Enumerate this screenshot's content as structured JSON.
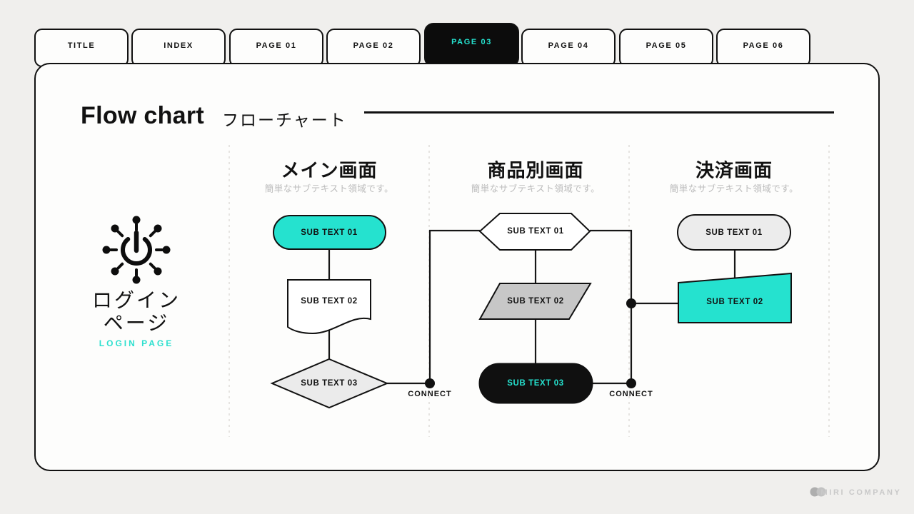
{
  "tabs": [
    {
      "label": "TITLE",
      "active": false
    },
    {
      "label": "INDEX",
      "active": false
    },
    {
      "label": "PAGE 01",
      "active": false
    },
    {
      "label": "PAGE 02",
      "active": false
    },
    {
      "label": "PAGE 03",
      "active": true
    },
    {
      "label": "PAGE 04",
      "active": false
    },
    {
      "label": "PAGE 05",
      "active": false
    },
    {
      "label": "PAGE 06",
      "active": false
    }
  ],
  "title": {
    "main": "Flow chart",
    "sub": "フローチャート"
  },
  "login": {
    "icon": "power-icon",
    "heading_line1": "ログイン",
    "heading_line2": "ページ",
    "caption": "LOGIN PAGE"
  },
  "columns": [
    {
      "title": "メイン画面",
      "subtitle": "簡単なサブテキスト領域です。",
      "nodes": [
        {
          "label": "SUB TEXT 01",
          "shape": "rounded-pill",
          "fill": "teal"
        },
        {
          "label": "SUB TEXT 02",
          "shape": "document",
          "fill": "white"
        },
        {
          "label": "SUB TEXT 03",
          "shape": "diamond",
          "fill": "light-gray"
        }
      ]
    },
    {
      "title": "商品別画面",
      "subtitle": "簡単なサブテキスト領域です。",
      "nodes": [
        {
          "label": "SUB TEXT 01",
          "shape": "hexagon",
          "fill": "white"
        },
        {
          "label": "SUB TEXT 02",
          "shape": "parallelogram",
          "fill": "gray"
        },
        {
          "label": "SUB TEXT 03",
          "shape": "rounded-pill",
          "fill": "black"
        }
      ]
    },
    {
      "title": "決済画面",
      "subtitle": "簡単なサブテキスト領域です。",
      "nodes": [
        {
          "label": "SUB TEXT 01",
          "shape": "rounded-pill",
          "fill": "light-gray"
        },
        {
          "label": "SUB TEXT 02",
          "shape": "trapezoid",
          "fill": "teal"
        }
      ]
    }
  ],
  "connectors": {
    "labels": [
      "CONNECT",
      "CONNECT"
    ]
  },
  "footer": {
    "brand": "MIRI COMPANY"
  },
  "colors": {
    "accent_teal": "#25e2cf",
    "ink": "#111111",
    "gray_fill": "#c7c7c7",
    "light_gray_fill": "#ececec",
    "page_bg": "#f0efed",
    "card_bg": "#fdfdfc",
    "muted_text": "#bcbcbc"
  }
}
